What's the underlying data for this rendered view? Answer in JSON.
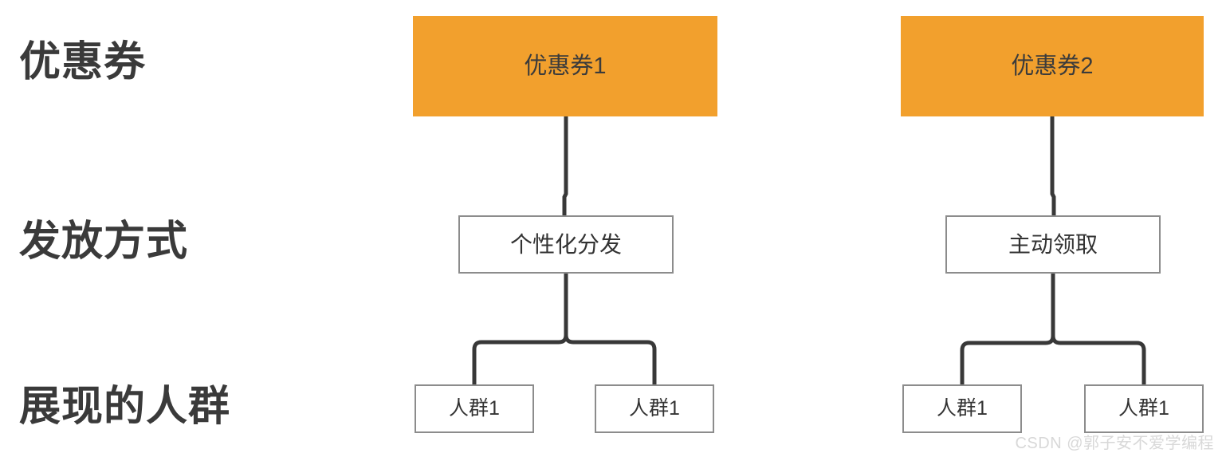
{
  "row_labels": {
    "coupon": "优惠券",
    "distribution": "发放方式",
    "audience": "展现的人群"
  },
  "trees": [
    {
      "coupon": "优惠券1",
      "method": "个性化分发",
      "audiences": [
        "人群1",
        "人群1"
      ]
    },
    {
      "coupon": "优惠券2",
      "method": "主动领取",
      "audiences": [
        "人群1",
        "人群1"
      ]
    }
  ],
  "watermark": "CSDN @郭子安不爱学编程",
  "colors": {
    "coupon_box": "#F2A02D",
    "coupon_box_text": "#3B3B3B",
    "box_fill": "#FFFFFF",
    "box_border": "#8C8C8C",
    "box_text": "#333333",
    "connector": "#383838",
    "label_text": "#3A3A3A",
    "watermark_text": "#D8D8D8"
  }
}
